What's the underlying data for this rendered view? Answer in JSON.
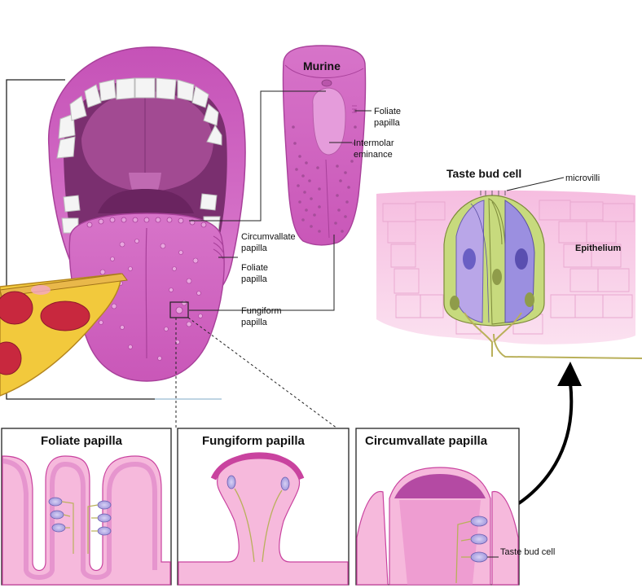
{
  "labels": {
    "murine": "Murine",
    "foliate_murine_1": "Foliate",
    "foliate_murine_2": "papilla",
    "intermolar_1": "Intermolar",
    "intermolar_2": "eminance",
    "circumvallate_1": "Circumvallate",
    "circumvallate_2": "papilla",
    "foliate_human_1": "Foliate",
    "foliate_human_2": "papilla",
    "fungiform_1": "Fungiform",
    "fungiform_2": "papilla",
    "taste_bud_cell_title": "Taste bud cell",
    "microvilli": "microvilli",
    "epithelium": "Epithelium",
    "taste_bud_cell_small": "Taste bud cell"
  },
  "panels": {
    "foliate": "Foliate papilla",
    "fungiform": "Fungiform papilla",
    "circumvallate": "Circumvallate papilla"
  },
  "colors": {
    "tongue": "#d86ccd",
    "tongue_dark": "#a8409a",
    "lip": "#c94fbb",
    "mouth_inner": "#8a3a7e",
    "teeth": "#f4f4f4",
    "pizza_crust": "#f2c93c",
    "pepperoni": "#c8283e",
    "tissue_light": "#f7c6e3",
    "tissue_mid": "#ea97cf",
    "cell_purple": "#8d7fd6",
    "cell_green": "#c7da7d",
    "nerve": "#b9b05a"
  }
}
